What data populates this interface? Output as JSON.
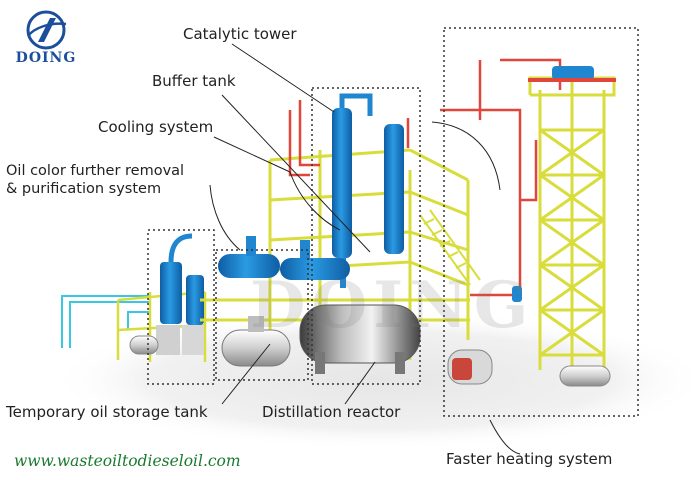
{
  "logo": {
    "text": "DOING",
    "color": "#1b4f9c"
  },
  "watermark": "DOING",
  "labels": {
    "catalytic_tower": "Catalytic tower",
    "buffer_tank": "Buffer tank",
    "cooling_system": "Cooling system",
    "oil_color_removal": "Oil color further removal\n& purification system",
    "temporary_storage": "Temporary oil storage tank",
    "distillation_reactor": "Distillation reactor",
    "faster_heating": "Faster heating system"
  },
  "website": "www.wasteoiltodieseloil.com",
  "colors": {
    "frame": "#d8dd3c",
    "equipment": "#1f86cf",
    "pipe_red": "#e0463b",
    "pipe_cyan": "#38c8e6",
    "burner_red": "#c8463a",
    "website": "#1a7a2e"
  }
}
